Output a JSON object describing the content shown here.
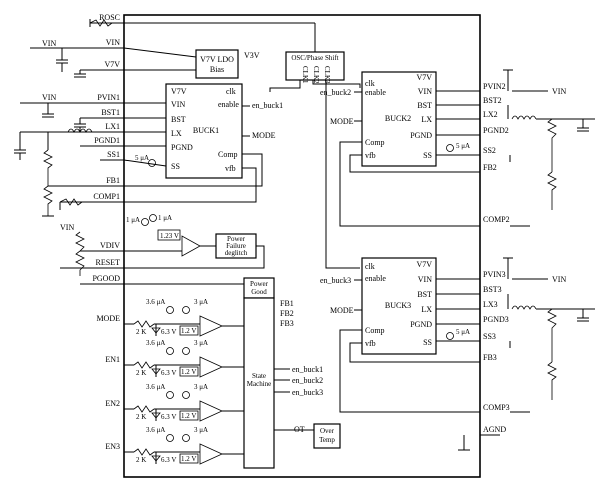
{
  "ic_pins": {
    "left": [
      "ROSC",
      "VIN",
      "V7V",
      "PVIN1",
      "BST1",
      "LX1",
      "PGND1",
      "SS1",
      "FB1",
      "COMP1",
      "VDIV",
      "RESET",
      "PGOOD",
      "MODE",
      "EN1",
      "EN2",
      "EN3"
    ],
    "right": [
      "PVIN2",
      "BST2",
      "LX2",
      "PGND2",
      "SS2",
      "FB2",
      "COMP2",
      "PVIN3",
      "BST3",
      "LX3",
      "PGND3",
      "SS3",
      "FB3",
      "COMP3",
      "AGND"
    ]
  },
  "ldo": {
    "line1": "V7V LDO",
    "line2": "Bias",
    "out": "V3V"
  },
  "osc": {
    "title": "OSC/Phase Shift",
    "clk1": "CLK1",
    "clk2": "CLK2",
    "clk3": "CLK3"
  },
  "buck1": {
    "name": "BUCK1",
    "v7v": "V7V",
    "vin": "VIN",
    "bst": "BST",
    "lx": "LX",
    "pgnd": "PGND",
    "ss": "SS",
    "clk": "clk",
    "enable": "enable",
    "mode": "MODE",
    "comp": "Comp",
    "vfb": "vfb",
    "en_label": "en_buck1",
    "mode_label": "MODE",
    "ss_current": "5 μA"
  },
  "buck2": {
    "name": "BUCK2",
    "v7v": "V7V",
    "vin": "VIN",
    "bst": "BST",
    "lx": "LX",
    "pgnd": "PGND",
    "ss": "SS",
    "clk": "clk",
    "enable": "enable",
    "comp": "Comp",
    "vfb": "vfb",
    "mode": "MODE",
    "en_label": "en_buck2",
    "ss_current": "5 μA"
  },
  "buck3": {
    "name": "BUCK3",
    "v7v": "V7V",
    "vin": "VIN",
    "bst": "BST",
    "lx": "LX",
    "pgnd": "PGND",
    "ss": "SS",
    "clk": "clk",
    "enable": "enable",
    "comp": "Comp",
    "vfb": "vfb",
    "mode": "MODE",
    "en_label": "en_buck3",
    "ss_current": "5 μA"
  },
  "external": {
    "vin_left1": "VIN",
    "vin_left2": "VIN",
    "vin_right2": "VIN",
    "vin_right3": "VIN"
  },
  "power_fail": {
    "ref": "1.23 V",
    "i1": "1 μA",
    "i2": "1 μA",
    "title1": "Power",
    "title2": "Failure",
    "title3": "deglitch"
  },
  "power_good": {
    "line1": "Power",
    "line2": "Good",
    "fb1": "FB1",
    "fb2": "FB2",
    "fb3": "FB3"
  },
  "state_machine": {
    "line1": "State",
    "line2": "Machine",
    "out1": "en_buck1",
    "out2": "en_buck2",
    "out3": "en_buck3",
    "ot": "OT"
  },
  "over_temp": {
    "line1": "Over",
    "line2": "Temp"
  },
  "en_inputs": {
    "i_pull": "3.6 μA",
    "i_hys": "3 μA",
    "r": "2 K",
    "zener": "6.3 V",
    "ref": "1.2 V"
  }
}
